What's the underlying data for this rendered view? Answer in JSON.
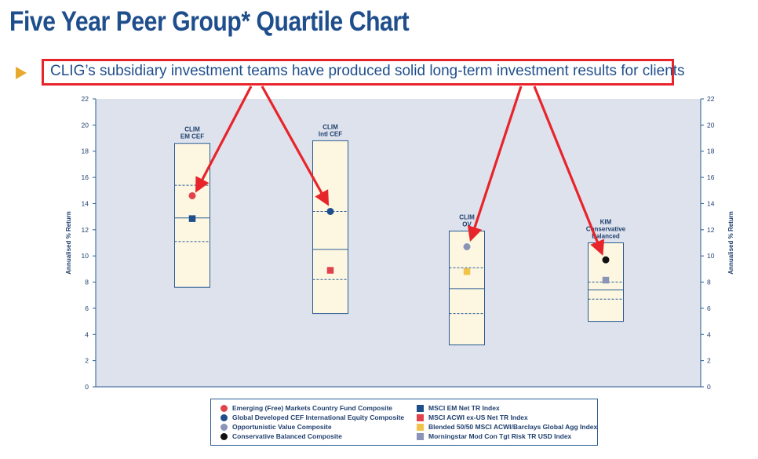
{
  "title": "Five Year Peer Group* Quartile Chart",
  "subtitle": "CLIG’s subsidiary investment teams have produced solid long-term investment results for clients",
  "colors": {
    "accent_title": "#1f4e8c",
    "highlight_box": "#e8242b",
    "plot_bg": "#dde2ec",
    "box_fill": "#fdf7e2",
    "axis": "#2a5b93",
    "bullet": "#e8a92f"
  },
  "chart_data": {
    "type": "box",
    "ylabel": "Annualised % Return",
    "ylabel_right": "Annualised % Return",
    "ylim": [
      0,
      22
    ],
    "yticks": [
      0,
      2,
      4,
      6,
      8,
      10,
      12,
      14,
      16,
      18,
      20,
      22
    ],
    "grid": false,
    "groups": [
      {
        "label_lines": [
          "CLIM",
          "EM CEF"
        ],
        "top": 18.6,
        "q1": 15.4,
        "median": 12.9,
        "q3": 11.1,
        "bottom": 7.6,
        "composite": {
          "series": 0,
          "value": 14.6
        },
        "index": {
          "series": 4,
          "value": 12.85
        }
      },
      {
        "label_lines": [
          "CLIM",
          "Intl CEF"
        ],
        "top": 18.8,
        "q1": 13.4,
        "median": 10.5,
        "q3": 8.2,
        "bottom": 5.6,
        "composite": {
          "series": 1,
          "value": 13.4
        },
        "index": {
          "series": 5,
          "value": 8.9
        }
      },
      {
        "label_lines": [
          "CLIM",
          "OV"
        ],
        "top": 11.9,
        "q1": 9.1,
        "median": 7.5,
        "q3": 5.6,
        "bottom": 3.2,
        "composite": {
          "series": 2,
          "value": 10.7
        },
        "index": {
          "series": 6,
          "value": 8.8
        }
      },
      {
        "label_lines": [
          "KIM",
          "Conservative",
          "Balanced"
        ],
        "top": 11.0,
        "q1": 8.0,
        "median": 7.4,
        "q3": 6.7,
        "bottom": 5.0,
        "composite": {
          "series": 3,
          "value": 9.7
        },
        "index": {
          "series": 7,
          "value": 8.15
        }
      }
    ],
    "series": [
      {
        "name": "Emerging (Free) Markets Country Fund Composite",
        "marker": "circle",
        "color": "#e0434b"
      },
      {
        "name": "Global Developed CEF International Equity Composite",
        "marker": "circle",
        "color": "#1f4e8c"
      },
      {
        "name": "Opportunistic Value Composite",
        "marker": "circle",
        "color": "#8b93b8"
      },
      {
        "name": "Conservative Balanced Composite",
        "marker": "circle",
        "color": "#111111"
      },
      {
        "name": "MSCI EM Net TR Index",
        "marker": "square",
        "color": "#1f4e8c"
      },
      {
        "name": "MSCI ACWI ex-US Net TR Index",
        "marker": "square",
        "color": "#e0434b"
      },
      {
        "name": "Blended 50/50 MSCI ACWI/Barclays Global Agg Index",
        "marker": "square",
        "color": "#f2c34a"
      },
      {
        "name": "Morningstar Mod Con Tgt Risk TR USD Index",
        "marker": "square",
        "color": "#8b93b8"
      }
    ],
    "legend_position": "bottom",
    "annotations": "red arrows from subtitle box to each composite marker"
  }
}
